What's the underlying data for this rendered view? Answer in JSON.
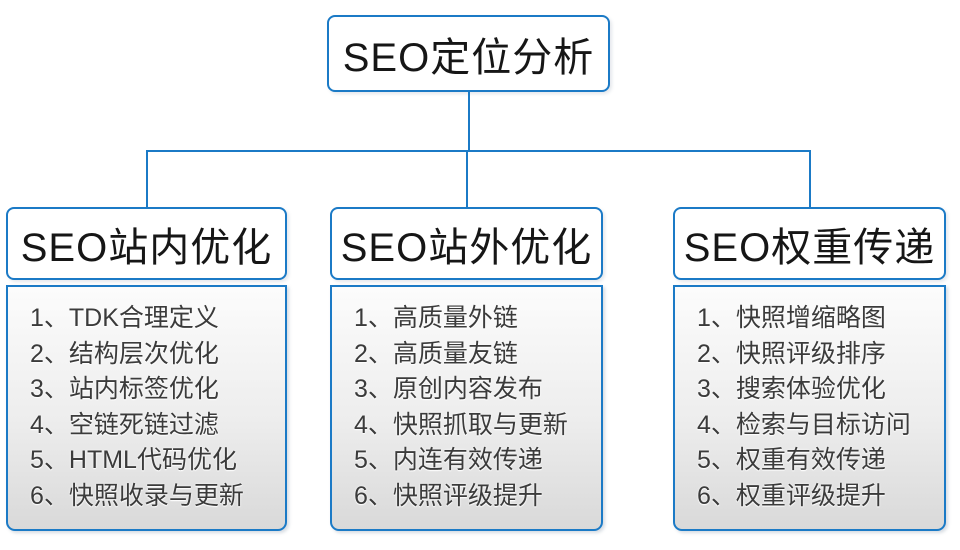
{
  "title": "SEO定位分析",
  "columns": [
    {
      "header": "SEO站内优化",
      "items": [
        "1、TDK合理定义",
        "2、结构层次优化",
        "3、站内标签优化",
        "4、空链死链过滤",
        "5、HTML代码优化",
        "6、快照收录与更新"
      ]
    },
    {
      "header": "SEO站外优化",
      "items": [
        "1、高质量外链",
        "2、高质量友链",
        "3、原创内容发布",
        "4、快照抓取与更新",
        "5、内连有效传递",
        "6、快照评级提升"
      ]
    },
    {
      "header": "SEO权重传递",
      "items": [
        "1、快照增缩略图",
        "2、快照评级排序",
        "3、搜索体验优化",
        "4、检索与目标访问",
        "5、权重有效传递",
        "6、权重评级提升"
      ]
    }
  ],
  "colors": {
    "accent_blue": "#1b7ac6",
    "header_text": "#161616",
    "item_text": "#3b3b3b",
    "list_gradient_top": "#fcfcfc",
    "list_gradient_bottom": "#d9d9d9",
    "background": "#ffffff"
  }
}
